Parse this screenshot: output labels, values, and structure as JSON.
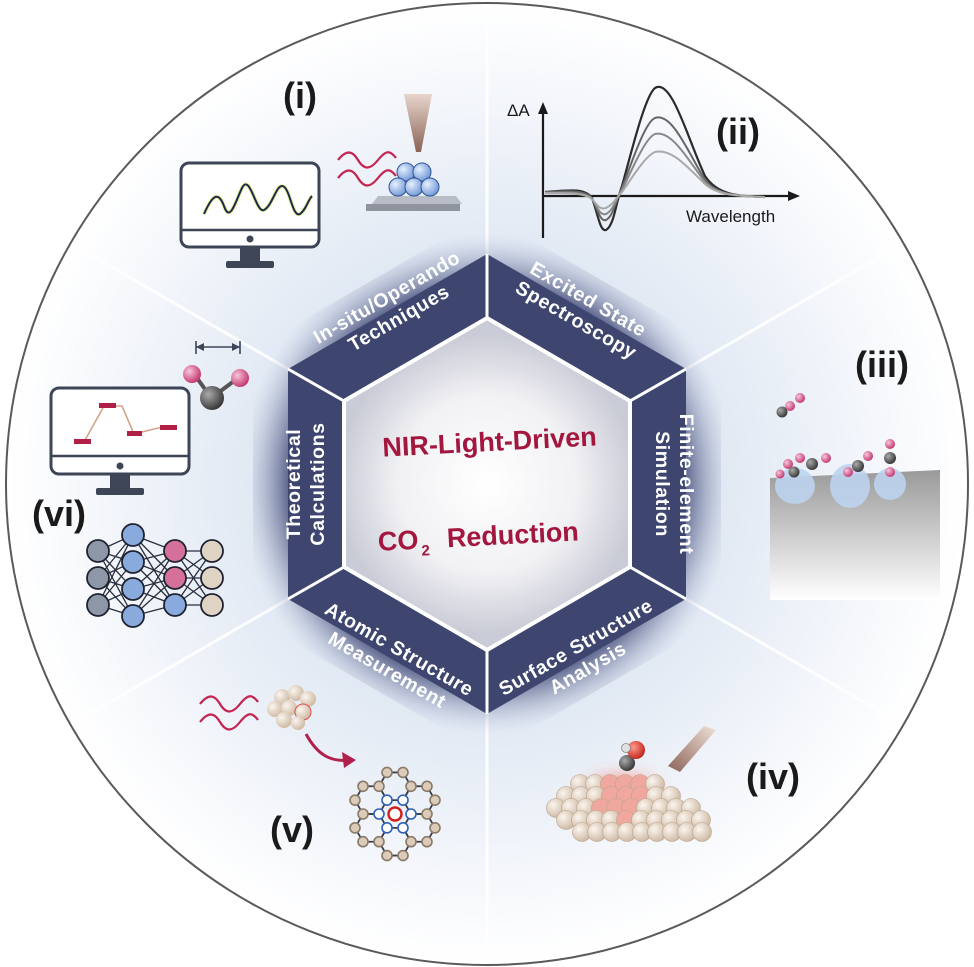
{
  "center": {
    "line1": "NIR-Light-Driven",
    "co2_base": "CO",
    "co2_sub": "2",
    "line2_rest": "Reduction"
  },
  "segments": {
    "top_left": [
      "In-situ/Operando",
      "Techniques"
    ],
    "top_right": [
      "Excited State",
      "Spectroscopy"
    ],
    "right": [
      "Finite-element",
      "Simulation"
    ],
    "bottom_right": [
      "Surface Structure",
      "Analysis"
    ],
    "bottom_left": [
      "Atomic Structure",
      "Measurement"
    ],
    "left": [
      "Theoretical",
      "Calculations"
    ]
  },
  "panels": {
    "i": "(i)",
    "ii": "(ii)",
    "iii": "(iii)",
    "iv": "(iv)",
    "v": "(v)",
    "vi": "(vi)"
  },
  "spectrum": {
    "ylabel": "ΔA",
    "xlabel": "Wavelength"
  },
  "colors": {
    "accent": "#a3173f",
    "hex_dark": "#3c4468",
    "bg_blue": "#dde6f3",
    "node_blue": "#88aadd",
    "node_pink": "#d5709a",
    "node_gray": "#8e97a8",
    "node_beige": "#dfd3c4"
  }
}
